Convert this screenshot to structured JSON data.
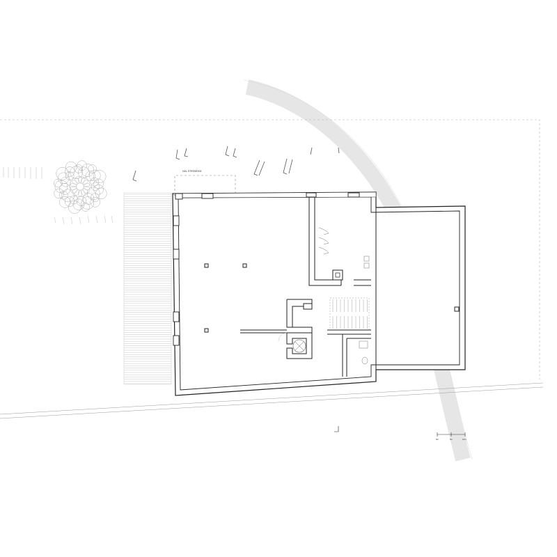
{
  "drawing": {
    "type": "architectural floor plan",
    "label_top": "HAL STRÖMSKÄ",
    "scale_bar_labels": [
      "0m",
      "5m",
      "10m"
    ],
    "north_mark": "",
    "area_label": ""
  }
}
